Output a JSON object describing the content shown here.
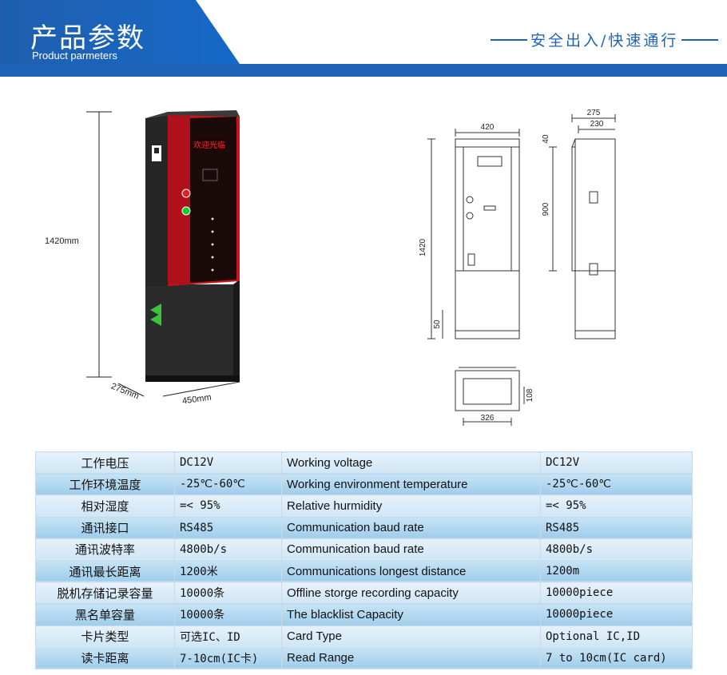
{
  "header": {
    "title_cn": "产品参数",
    "title_en": "Product parmeters",
    "slogan": "安全出入/快速通行"
  },
  "product_photo": {
    "led_text": "欢迎光临",
    "dimensions": {
      "height": "1420mm",
      "depth": "275mm",
      "width": "450mm"
    }
  },
  "front_drawing": {
    "width": "420",
    "height": "1420",
    "base": "50"
  },
  "side_drawing": {
    "depth_total": "275",
    "depth_inner": "230",
    "top": "40",
    "panel_height": "900"
  },
  "top_drawing": {
    "width": "326",
    "depth": "108"
  },
  "specs": {
    "rows": [
      [
        "工作电压",
        "DC12V",
        "Working voltage",
        "DC12V"
      ],
      [
        "工作环境温度",
        "-25℃-60℃",
        "Working environment temperature",
        "-25℃-60℃"
      ],
      [
        "相对湿度",
        "=< 95%",
        "Relative hurmidity",
        "=< 95%"
      ],
      [
        "通讯接口",
        "RS485",
        "Communication baud rate",
        "RS485"
      ],
      [
        "通讯波特率",
        "4800b/s",
        "Communication baud rate",
        "4800b/s"
      ],
      [
        "通讯最长距离",
        "1200米",
        "Communications longest distance",
        "1200m"
      ],
      [
        "脱机存储记录容量",
        "10000条",
        "Offline storge recording capacity",
        "10000piece"
      ],
      [
        "黑名单容量",
        "10000条",
        "The blacklist Capacity",
        "10000piece"
      ],
      [
        "卡片类型",
        "可选IC、ID",
        "Card Type",
        "Optional IC,ID"
      ],
      [
        "读卡距离",
        "7-10cm(IC卡)",
        "Read Range",
        "7 to 10cm(IC card)"
      ]
    ]
  },
  "colors": {
    "header_blue": "#1f63b6",
    "header_dark": "#1a4f9a",
    "cabinet_red": "#c8141a",
    "cabinet_dark": "#2a2a2a"
  }
}
